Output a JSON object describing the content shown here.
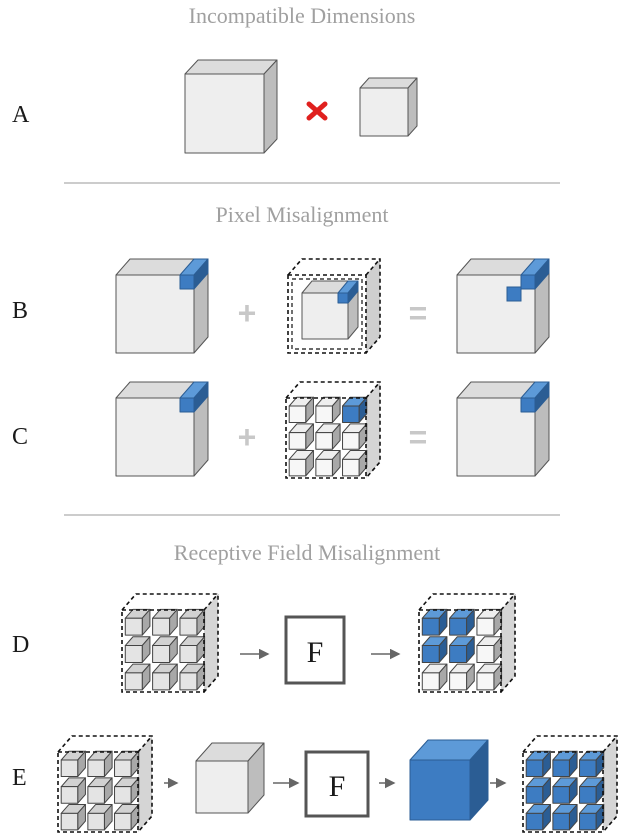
{
  "sections": [
    {
      "title": "Incompatible Dimensions"
    },
    {
      "title": "Pixel Misalignment"
    },
    {
      "title": "Receptive Field Misalignment"
    }
  ],
  "rows": [
    {
      "label": "A"
    },
    {
      "label": "B"
    },
    {
      "label": "C"
    },
    {
      "label": "D"
    },
    {
      "label": "E"
    }
  ],
  "symbols": {
    "plus": "+",
    "equals": "=",
    "function": "F"
  },
  "colors": {
    "cube_face": "#eeeeee",
    "cube_top": "#dcdcdc",
    "cube_side": "#bdbdbd",
    "outline": "#555555",
    "blue_front": "#3d7cc2",
    "blue_top": "#5d9ad8",
    "blue_side": "#2b5d94",
    "cross_red": "#e0201e",
    "divider": "#bbbbbb",
    "title_gray": "#a0a0a0"
  }
}
